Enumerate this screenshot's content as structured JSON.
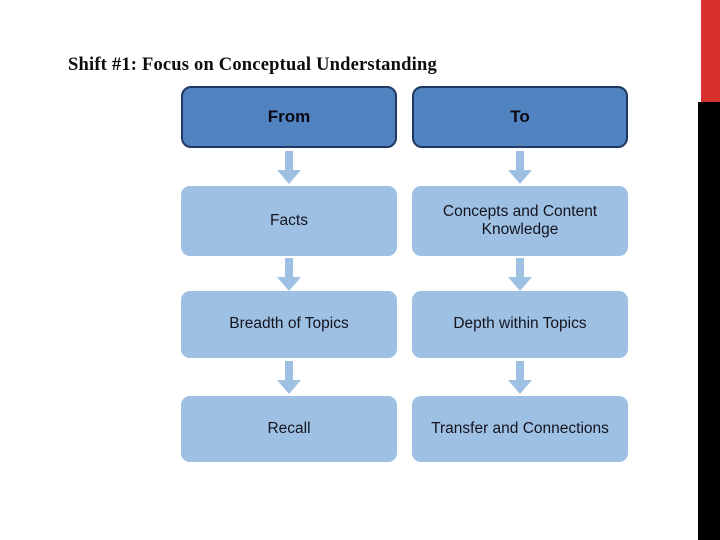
{
  "slide": {
    "title": "Shift #1: Focus on Conceptual Understanding",
    "background_color": "#ffffff"
  },
  "accents": {
    "red_bar_color": "#d7302f",
    "black_bar_color": "#000000"
  },
  "diagram": {
    "type": "two-column-flow",
    "header_fill": "#5083c0",
    "header_border": "#1f3864",
    "body_fill": "#9ec1e3",
    "arrow_fill": "#9ec1e3",
    "columns": [
      {
        "header": "From",
        "steps": [
          "Facts",
          "Breadth of Topics",
          "Recall"
        ]
      },
      {
        "header": "To",
        "steps": [
          "Concepts and Content Knowledge",
          "Depth within Topics",
          "Transfer and Connections"
        ]
      }
    ]
  }
}
